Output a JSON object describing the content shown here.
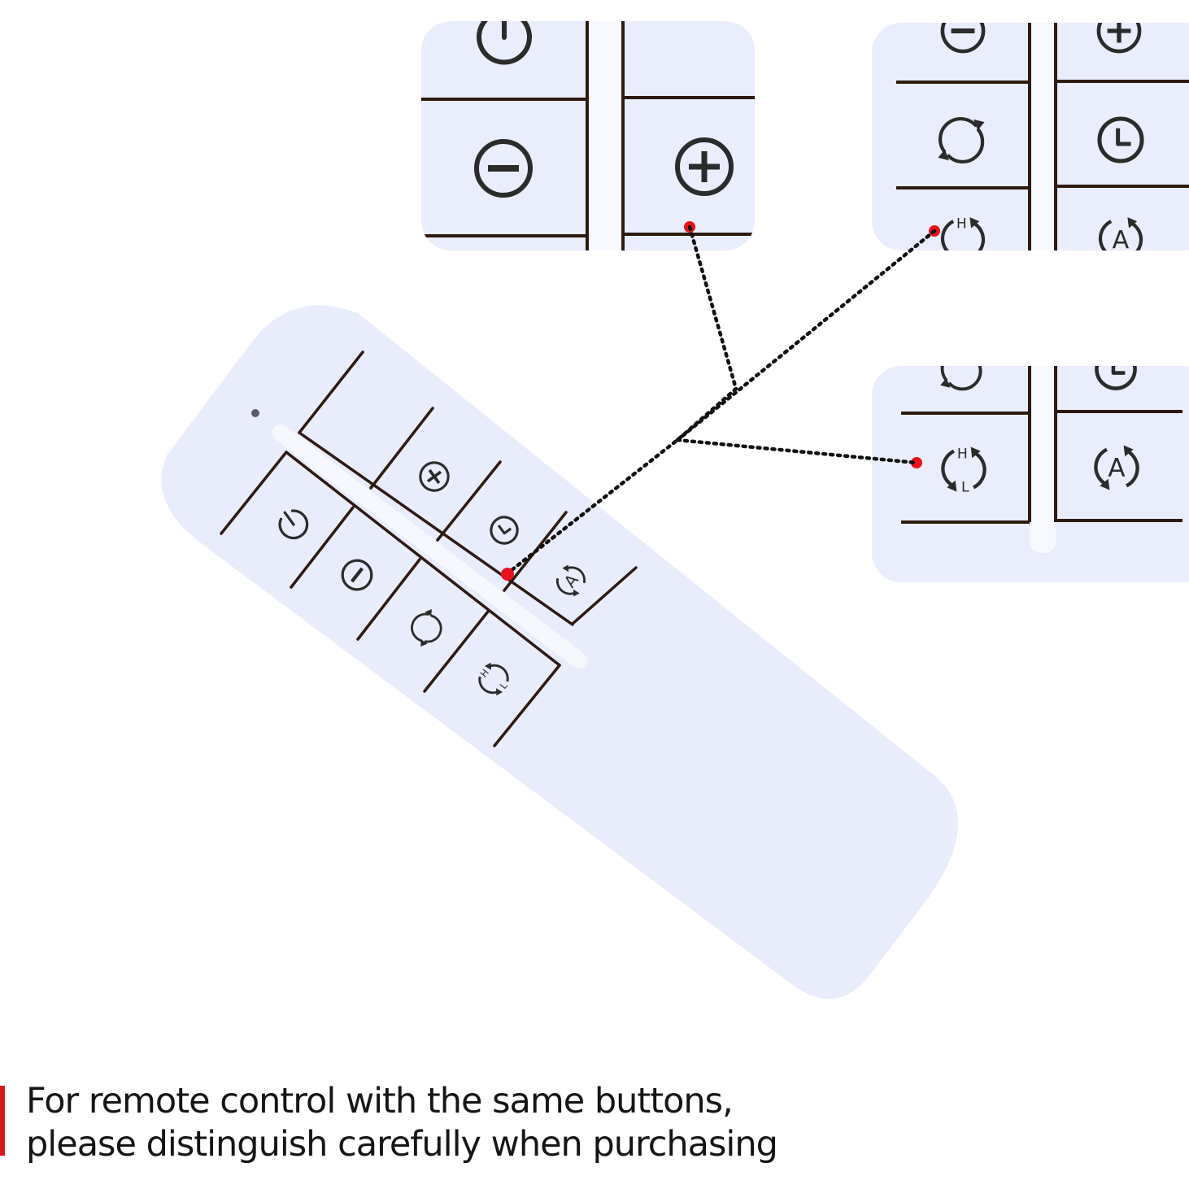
{
  "caption": {
    "line1": "For remote control with the same buttons,",
    "line2": "please distinguish carefully when purchasing"
  },
  "remote": {
    "body_color": "#e9ecfb",
    "line_color": "#2d1a10",
    "icon_color": "#2b2b2b",
    "buttons": [
      {
        "id": "power",
        "icon": "power-icon"
      },
      {
        "id": "minus",
        "icon": "minus-icon"
      },
      {
        "id": "plus",
        "icon": "plus-icon"
      },
      {
        "id": "swing",
        "icon": "swing-icon"
      },
      {
        "id": "timer",
        "icon": "clock-icon"
      },
      {
        "id": "speed",
        "icon": "speed-hl-icon",
        "labels": [
          "H",
          "L"
        ]
      },
      {
        "id": "auto",
        "icon": "auto-icon",
        "label": "A"
      }
    ]
  },
  "callouts": [
    {
      "id": "zoom-plus-minus",
      "shows": [
        "minus-icon",
        "plus-icon",
        "power-icon"
      ]
    },
    {
      "id": "zoom-swing-timer",
      "shows": [
        "swing-icon",
        "clock-icon",
        "speed-hl-icon",
        "auto-icon"
      ]
    },
    {
      "id": "zoom-speed-auto",
      "shows": [
        "speed-hl-icon",
        "auto-icon"
      ]
    }
  ],
  "colors": {
    "marker": "#e8121b",
    "accent_bar": "#d7181f",
    "caption_text": "#151515",
    "panel": "#eaedfb"
  }
}
